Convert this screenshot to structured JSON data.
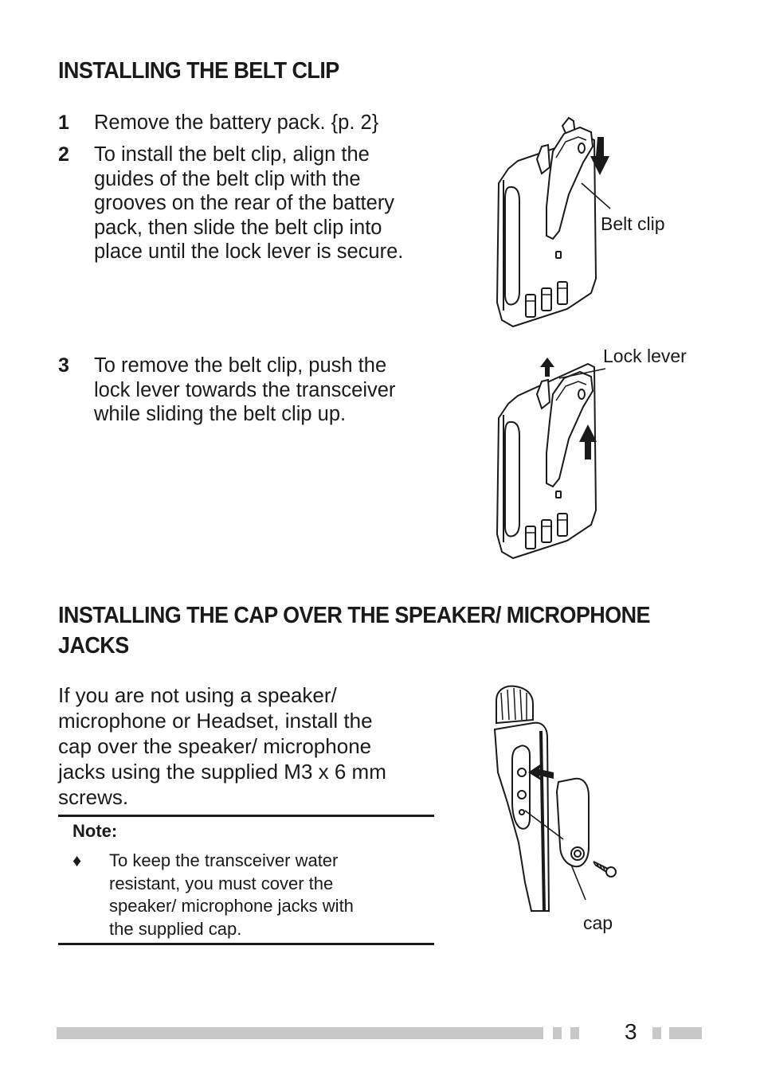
{
  "section1": {
    "title": "INSTALLING THE BELT CLIP",
    "steps": [
      {
        "num": "1",
        "lines": [
          "Remove the battery pack. {p. 2}"
        ]
      },
      {
        "num": "2",
        "lines": [
          "To install the belt clip, align the",
          "guides of the belt clip with the",
          "grooves on the rear of the battery",
          "pack, then slide the belt clip into",
          "place until the lock lever is secure."
        ]
      },
      {
        "num": "3",
        "lines": [
          "To remove the belt clip, push the",
          "lock lever towards the transceiver",
          "while sliding the belt clip up."
        ]
      }
    ],
    "labels": {
      "belt_clip": "Belt clip",
      "lock_lever": "Lock lever"
    }
  },
  "section2": {
    "title_lines": [
      "INSTALLING THE CAP OVER THE SPEAKER/ MICROPHONE",
      "JACKS"
    ],
    "body_lines": [
      "If you are not using a speaker/",
      "microphone or Headset, install the",
      "cap over the speaker/ microphone",
      "jacks using the supplied M3 x 6 mm",
      "screws."
    ],
    "note": {
      "heading": "Note:",
      "bullet": "♦",
      "lines": [
        "To keep the transceiver water",
        "resistant, you must cover the",
        "speaker/ microphone jacks with",
        "the supplied cap."
      ]
    },
    "labels": {
      "cap": "cap"
    }
  },
  "footer": {
    "page_number": "3"
  }
}
